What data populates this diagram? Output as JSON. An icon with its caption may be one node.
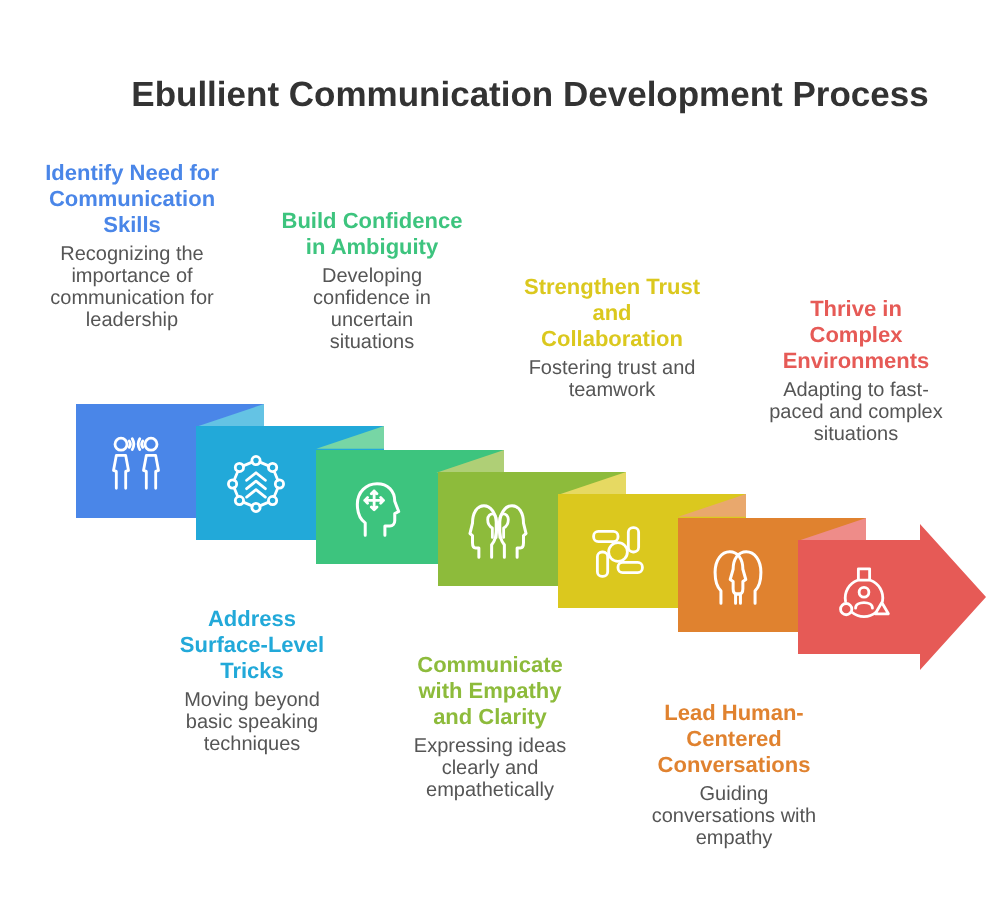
{
  "diagram": {
    "title": "Ebullient Communication Development Process",
    "nodes": [
      {
        "text": [],
        "shape": "box",
        "beside": [
          "Identify Need for Communication Skills",
          "Recognizing the importance of communication for leadership"
        ]
      },
      {
        "text": [],
        "shape": "box",
        "beside": [
          "Address Surface-Level Tricks",
          "Moving beyond basic speaking techniques"
        ]
      },
      {
        "text": [],
        "shape": "box",
        "beside": [
          "Build Confidence in Ambiguity",
          "Developing confidence in uncertain situations"
        ]
      },
      {
        "text": [],
        "shape": "box",
        "beside": [
          "Communicate with Empathy and Clarity",
          "Expressing ideas clearly and empathetically"
        ]
      },
      {
        "text": [],
        "shape": "box",
        "beside": [
          "Strengthen Trust and Collaboration",
          "Fostering trust and teamwork"
        ]
      },
      {
        "text": [],
        "shape": "box",
        "beside": [
          "Lead Human-Centered Conversations",
          "Guiding conversations with empathy"
        ]
      },
      {
        "text": [],
        "shape": "arrow",
        "beside": [
          "Thrive in Complex Environments",
          "Adapting to fast-paced and complex situations"
        ]
      }
    ]
  }
}
